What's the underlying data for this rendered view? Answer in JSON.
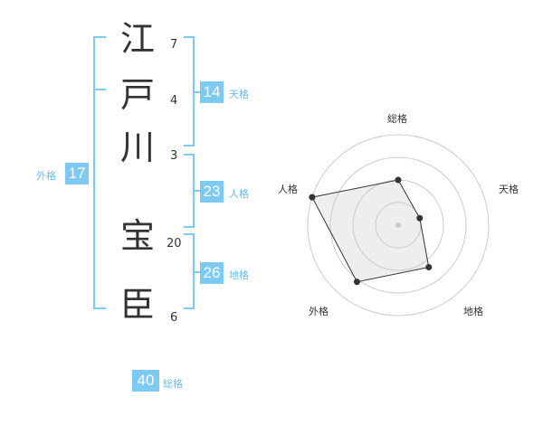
{
  "name": {
    "chars": [
      {
        "char": "江",
        "strokes": "7"
      },
      {
        "char": "戸",
        "strokes": "4"
      },
      {
        "char": "川",
        "strokes": "3"
      },
      {
        "char": "宝",
        "strokes": "20"
      },
      {
        "char": "臣",
        "strokes": "6"
      }
    ]
  },
  "fortune": {
    "tenkaku": {
      "value": "14",
      "label": "天格"
    },
    "jinkaku": {
      "value": "23",
      "label": "人格"
    },
    "chikaku": {
      "value": "26",
      "label": "地格"
    },
    "gaikaku": {
      "value": "17",
      "label": "外格"
    },
    "soukaku": {
      "value": "40",
      "label": "総格"
    }
  },
  "colors": {
    "accent": "#7cc9f2",
    "text": "#333333"
  },
  "chart_data": {
    "type": "radar",
    "axes": [
      "総格",
      "天格",
      "地格",
      "外格",
      "人格"
    ],
    "max": 4,
    "values": [
      2.0,
      1.0,
      2.3,
      3.1,
      4.0
    ]
  }
}
